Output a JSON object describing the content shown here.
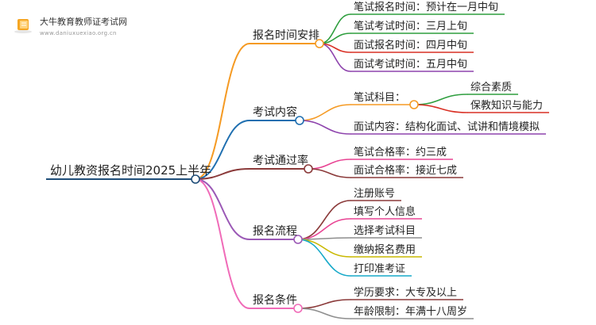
{
  "logo": {
    "title": "大牛教育教师证考试网",
    "url": "www.daniuxuexiao.org.cn",
    "color": "#f5a623"
  },
  "colors": {
    "line_under": "#1f4e79",
    "root_line": "#1f4e79",
    "node_fill": "#ffffff"
  },
  "root": {
    "label": "幼儿教资报名时间2025上半年"
  },
  "branches": [
    {
      "label": "报名时间安排",
      "color": "#f59a23",
      "children": [
        {
          "label": "笔试报名时间：预计在一月中旬",
          "color": "#2e9e3e"
        },
        {
          "label": "笔试考试时间：三月上旬",
          "color": "#2e9e3e"
        },
        {
          "label": "面试报名时间：四月中旬",
          "color": "#d93025"
        },
        {
          "label": "面试考试时间：五月中旬",
          "color": "#8e44ad"
        }
      ]
    },
    {
      "label": "考试内容",
      "color": "#1f6fb0",
      "children": [
        {
          "label": "笔试科目：",
          "color": "#f59a23",
          "children": [
            {
              "label": "综合素质",
              "color": "#2e9e3e"
            },
            {
              "label": "保教知识与能力",
              "color": "#d93025"
            }
          ]
        },
        {
          "label": "面试内容：结构化面试、试讲和情境模拟",
          "color": "#8e44ad"
        }
      ]
    },
    {
      "label": "考试通过率",
      "color": "#8b3a3a",
      "children": [
        {
          "label": "笔试合格率：约三成",
          "color": "#e84393"
        },
        {
          "label": "面试合格率：接近七成",
          "color": "#8b3a3a"
        }
      ]
    },
    {
      "label": "报名流程",
      "color": "#9b59b6",
      "children": [
        {
          "label": "注册账号",
          "color": "#8b3a3a"
        },
        {
          "label": "填写个人信息",
          "color": "#e84393"
        },
        {
          "label": "选择考试科目",
          "color": "#8e8e8e"
        },
        {
          "label": "缴纳报名费用",
          "color": "#c9b800"
        },
        {
          "label": "打印准考证",
          "color": "#16a9c9"
        }
      ]
    },
    {
      "label": "报名条件",
      "color": "#f06bb8",
      "children": [
        {
          "label": "学历要求：大专及以上",
          "color": "#8b3a3a"
        },
        {
          "label": "年龄限制：年满十八周岁",
          "color": "#8e8e8e"
        }
      ]
    }
  ]
}
